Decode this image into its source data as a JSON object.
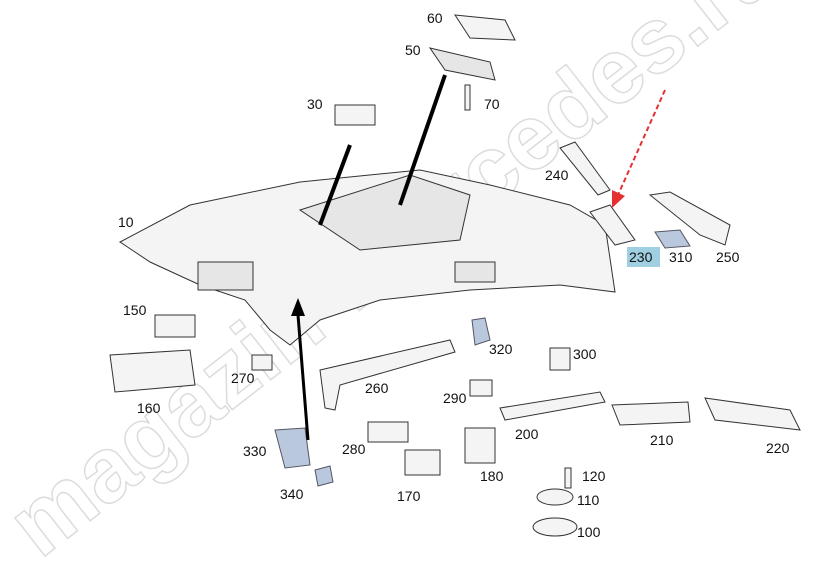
{
  "watermark": "magazin-mercedes.ru",
  "highlight_color": "#9fcfe0",
  "arrow_color": "#e53030",
  "labels": {
    "p60": "60",
    "p50": "50",
    "p70": "70",
    "p30": "30",
    "p10": "10",
    "p240": "240",
    "p230": "230",
    "p310": "310",
    "p250": "250",
    "p150": "150",
    "p160": "160",
    "p270": "270",
    "p260": "260",
    "p320": "320",
    "p300": "300",
    "p290": "290",
    "p200": "200",
    "p210": "210",
    "p220": "220",
    "p280": "280",
    "p330": "330",
    "p340": "340",
    "p170": "170",
    "p180": "180",
    "p120": "120",
    "p110": "110",
    "p100": "100"
  }
}
